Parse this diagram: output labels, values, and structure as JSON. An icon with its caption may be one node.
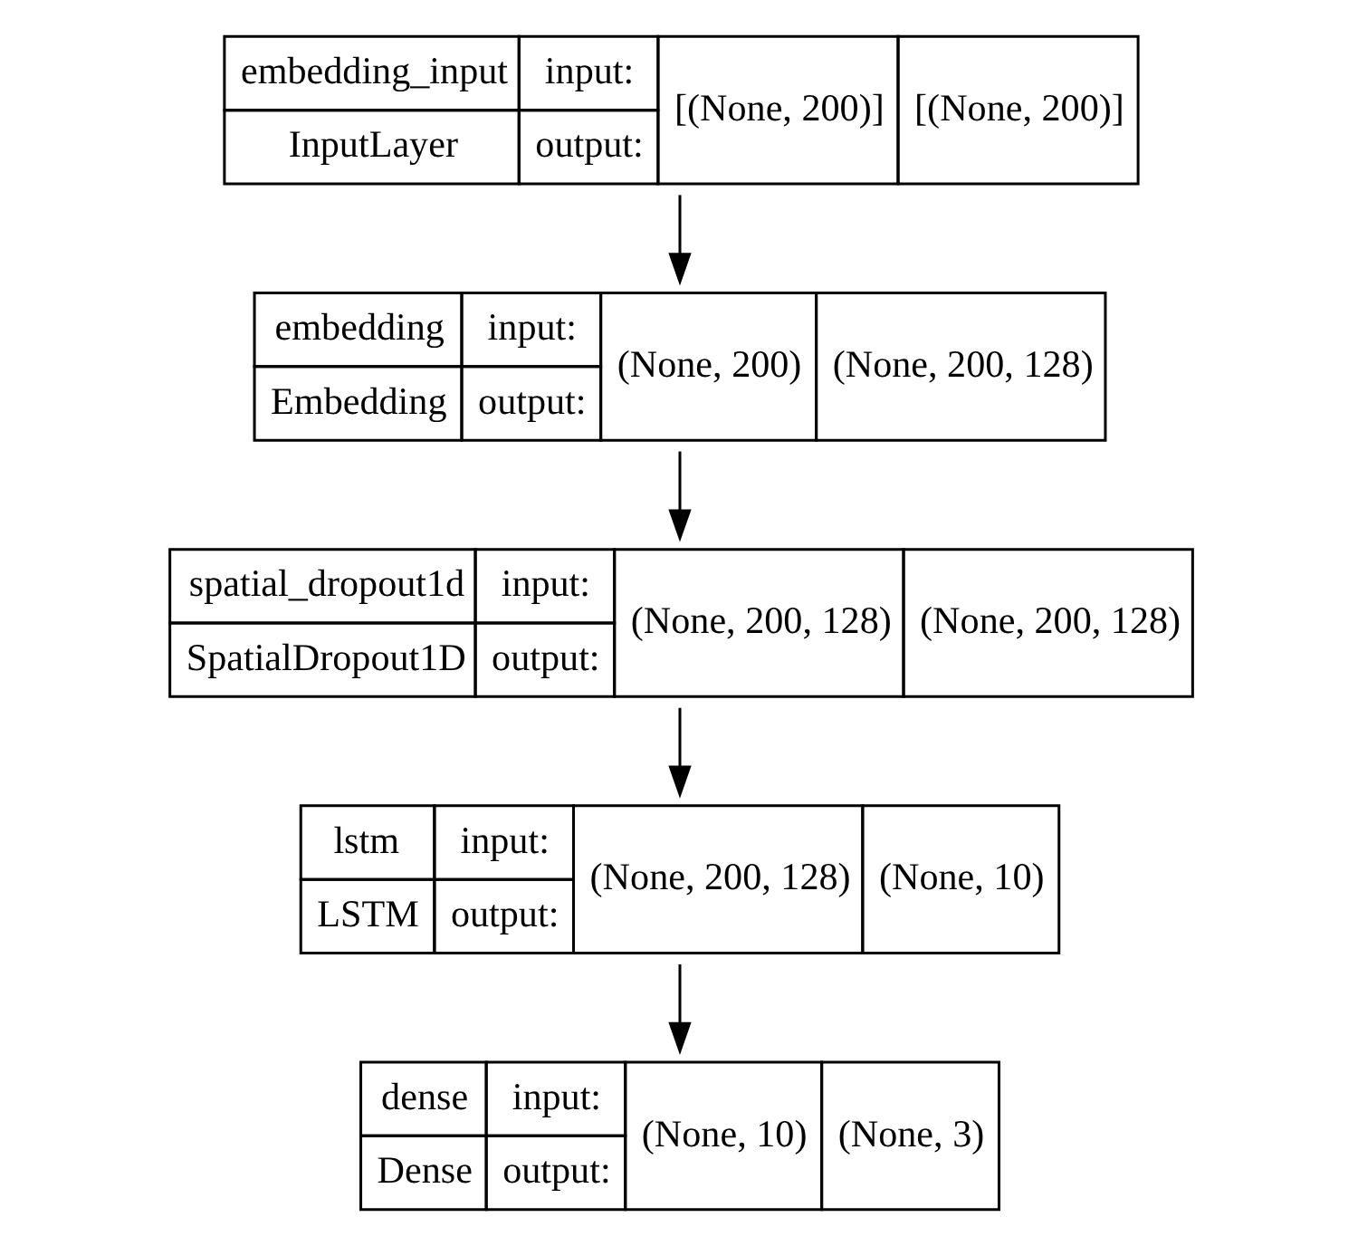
{
  "diagram": {
    "nodes": [
      {
        "text": [
          "embedding_input",
          "input:",
          "[(None, 200)]",
          "[(None, 200)]",
          "InputLayer",
          "output:"
        ]
      },
      {
        "text": [
          "embedding",
          "input:",
          "(None, 200)",
          "(None, 200, 128)",
          "Embedding",
          "output:"
        ]
      },
      {
        "text": [
          "spatial_dropout1d",
          "input:",
          "(None, 200, 128)",
          "(None, 200, 128)",
          "SpatialDropout1D",
          "output:"
        ]
      },
      {
        "text": [
          "lstm",
          "input:",
          "(None, 200, 128)",
          "(None, 10)",
          "LSTM",
          "output:"
        ]
      },
      {
        "text": [
          "dense",
          "input:",
          "(None, 10)",
          "(None, 3)",
          "Dense",
          "output:"
        ]
      }
    ],
    "edges": [
      {
        "from": 0,
        "to": 1,
        "arrow": "to"
      },
      {
        "from": 1,
        "to": 2,
        "arrow": "to"
      },
      {
        "from": 2,
        "to": 3,
        "arrow": "to"
      },
      {
        "from": 3,
        "to": 4,
        "arrow": "to"
      }
    ]
  }
}
